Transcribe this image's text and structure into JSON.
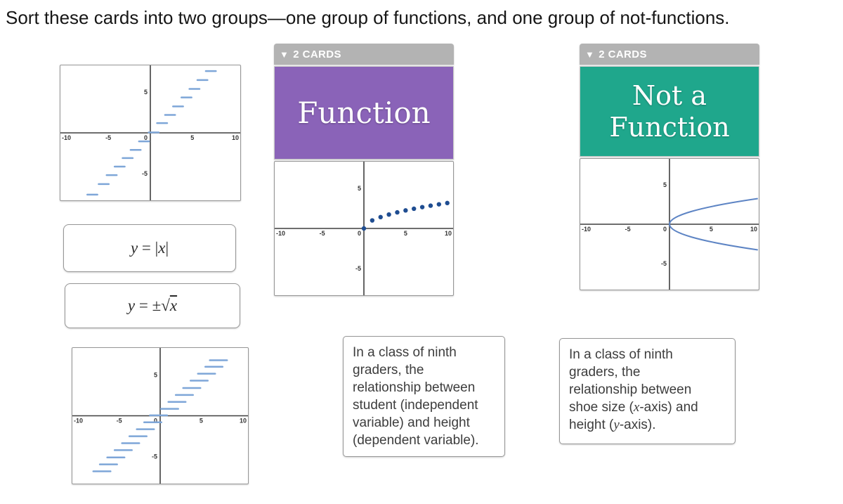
{
  "title": "Sort these cards into two groups—one group of functions, and one group of not-functions.",
  "colors": {
    "function_card_bg": "#8a63b8",
    "not_function_card_bg": "#1fa78c",
    "group_header_bg": "#b3b3b3",
    "group_header_text": "#ffffff",
    "step_dash_blue": "#7ea6d8",
    "sqrt_dot_navy": "#1f4d91",
    "parabola_blue": "#5d84c4",
    "axis_gray": "#3f3f3f",
    "card_border_gray": "#969696",
    "body_text": "#3d3d3d"
  },
  "groups": [
    {
      "id": "function",
      "count_label": "2 CARDS",
      "collapse_icon": "triangle-down-icon",
      "title_card_label": "Function"
    },
    {
      "id": "not-function",
      "count_label": "2 CARDS",
      "collapse_icon": "triangle-down-icon",
      "title_card_label": "Not a Function"
    }
  ],
  "equation_cards": [
    {
      "text": "y = |x|",
      "runs": [
        {
          "t": "y",
          "i": 1
        },
        {
          "t": " = |"
        },
        {
          "t": "x",
          "i": 1
        },
        {
          "t": "|"
        }
      ]
    },
    {
      "text": "y = ±√x",
      "runs": [
        {
          "t": "y",
          "i": 1
        },
        {
          "t": " = ±"
        },
        {
          "t": "√",
          "i": 0
        },
        {
          "t": "x",
          "i": 1,
          "ol": 1
        }
      ]
    }
  ],
  "text_cards": [
    {
      "id": "students-height",
      "text": "In a class of ninth graders,  the relationship between student (independent variable) and height (dependent variable).",
      "lines": [
        [
          {
            "t": "In a class of ninth"
          }
        ],
        [
          {
            "t": "graders,  the"
          }
        ],
        [
          {
            "t": "relationship between"
          }
        ],
        [
          {
            "t": "student (independent"
          }
        ],
        [
          {
            "t": "variable) and height"
          }
        ],
        [
          {
            "t": "(dependent variable)."
          }
        ]
      ]
    },
    {
      "id": "shoe-size-height",
      "text": "In a class of ninth graders, the relationship between shoe size (x-axis) and height (y-axis).",
      "lines": [
        [
          {
            "t": "In a class of ninth"
          }
        ],
        [
          {
            "t": "graders, the"
          }
        ],
        [
          {
            "t": "relationship between"
          }
        ],
        [
          {
            "t": "shoe size ("
          },
          {
            "t": "x",
            "i": 1
          },
          {
            "t": "-axis) and"
          }
        ],
        [
          {
            "t": "height ("
          },
          {
            "t": "y",
            "i": 1
          },
          {
            "t": "-axis)."
          }
        ]
      ]
    }
  ],
  "chart_data": [
    {
      "name": "step_dashes_top_left",
      "type": "scatter",
      "mark": "dash",
      "description": "Increasing staircase of short horizontal dashes (step function)",
      "xlim": [
        -10.7,
        10.7
      ],
      "ylim": [
        -8.3,
        8.3
      ],
      "x_ticks": [
        -10,
        -5,
        0,
        5,
        10
      ],
      "y_ticks": [
        5,
        -5
      ],
      "dash_half_width": 0.6,
      "points": [
        [
          0.4,
          0.05
        ],
        [
          1.4,
          1.2
        ],
        [
          2.35,
          2.2
        ],
        [
          3.3,
          3.25
        ],
        [
          4.3,
          4.35
        ],
        [
          5.25,
          5.4
        ],
        [
          6.2,
          6.5
        ],
        [
          7.2,
          7.6
        ],
        [
          -0.75,
          -1.05
        ],
        [
          -1.75,
          -2.1
        ],
        [
          -2.7,
          -3.1
        ],
        [
          -3.65,
          -4.15
        ],
        [
          -4.6,
          -5.2
        ],
        [
          -5.55,
          -6.3
        ],
        [
          -6.9,
          -7.6
        ]
      ]
    },
    {
      "name": "step_dashes_bottom_left",
      "type": "scatter",
      "mark": "dash",
      "description": "Increasing staircase of wide horizontal dashes (step function)",
      "xlim": [
        -10.7,
        10.7
      ],
      "ylim": [
        -8.3,
        8.3
      ],
      "x_ticks": [
        -10,
        -5,
        0,
        5,
        10
      ],
      "y_ticks": [
        5,
        -5
      ],
      "dash_half_width": 1.05,
      "points": [
        [
          -0.2,
          0.05
        ],
        [
          1.15,
          0.85
        ],
        [
          2.05,
          1.7
        ],
        [
          2.95,
          2.55
        ],
        [
          3.85,
          3.4
        ],
        [
          4.75,
          4.3
        ],
        [
          5.65,
          5.15
        ],
        [
          6.55,
          6.0
        ],
        [
          7.1,
          6.8
        ],
        [
          -0.9,
          -0.8
        ],
        [
          -1.8,
          -1.65
        ],
        [
          -2.7,
          -2.5
        ],
        [
          -3.6,
          -3.35
        ],
        [
          -4.5,
          -4.2
        ],
        [
          -5.4,
          -5.1
        ],
        [
          -6.3,
          -5.95
        ],
        [
          -7.1,
          -6.8
        ]
      ]
    },
    {
      "name": "sqrt_dots",
      "type": "scatter",
      "mark": "dot",
      "description": "Dotted plot of y = √x at integer x",
      "xlim": [
        -10.7,
        10.7
      ],
      "ylim": [
        -8.3,
        8.3
      ],
      "x_ticks": [
        -10,
        -5,
        0,
        5,
        10
      ],
      "y_ticks": [
        5,
        -5
      ],
      "dot_radius": 3.2,
      "points": [
        [
          0,
          0
        ],
        [
          1,
          1
        ],
        [
          2,
          1.41
        ],
        [
          3,
          1.73
        ],
        [
          4,
          2
        ],
        [
          5,
          2.24
        ],
        [
          6,
          2.45
        ],
        [
          7,
          2.65
        ],
        [
          8,
          2.83
        ],
        [
          9,
          3
        ],
        [
          10,
          3.16
        ]
      ]
    },
    {
      "name": "sideways_parabola",
      "type": "line",
      "mark": "curve",
      "description": "Sideways parabola y² = x (y = ±√x) opening right from origin",
      "equation": "y = ±√x",
      "xlim": [
        -10.7,
        10.7
      ],
      "ylim": [
        -8.3,
        8.3
      ],
      "x_ticks": [
        -10,
        -5,
        0,
        5,
        10
      ],
      "y_ticks": [
        5,
        -5
      ],
      "x_end": 10.6
    }
  ]
}
